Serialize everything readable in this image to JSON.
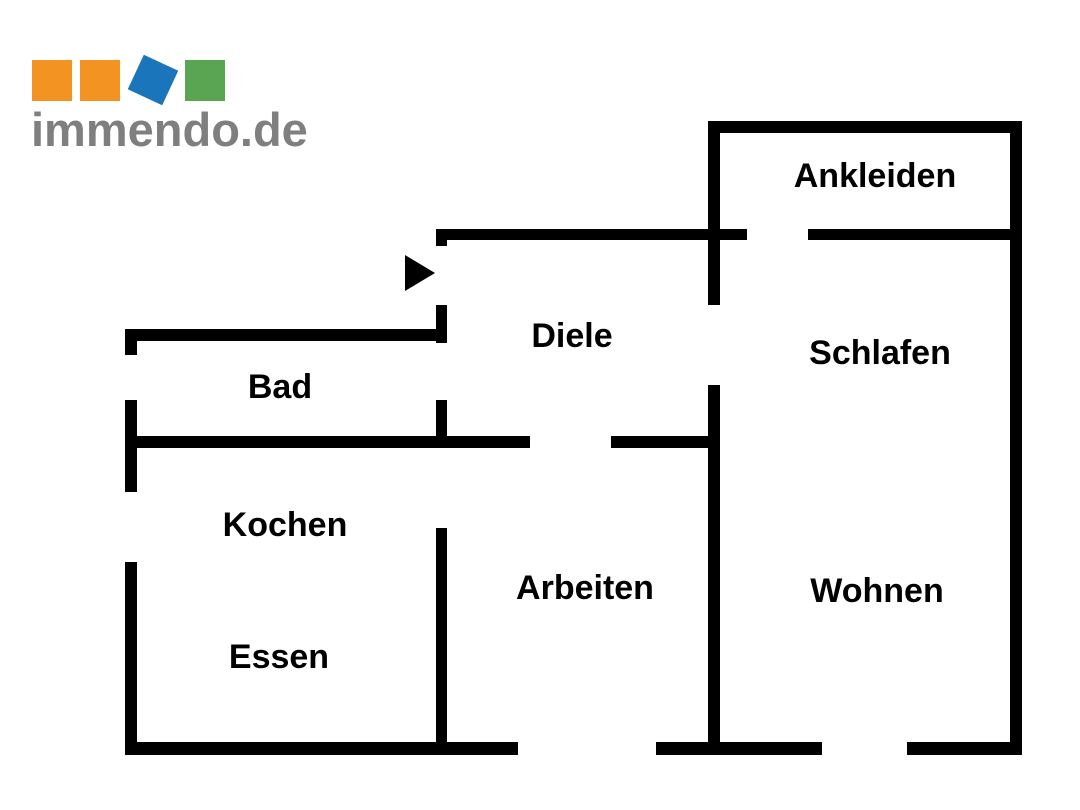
{
  "logo": {
    "text": "immendo.de",
    "colors": [
      "#f39322",
      "#f39322",
      "#1b75bb",
      "#5aa552"
    ],
    "text_color": "#7f7f7f"
  },
  "floor_plan": {
    "wall_color": "#000000",
    "entrance_icon": "entrance-arrow-icon",
    "rooms": [
      {
        "label": "Ankleiden"
      },
      {
        "label": "Diele"
      },
      {
        "label": "Schlafen"
      },
      {
        "label": "Bad"
      },
      {
        "label": "Kochen"
      },
      {
        "label": "Arbeiten"
      },
      {
        "label": "Wohnen"
      },
      {
        "label": "Essen"
      }
    ]
  }
}
